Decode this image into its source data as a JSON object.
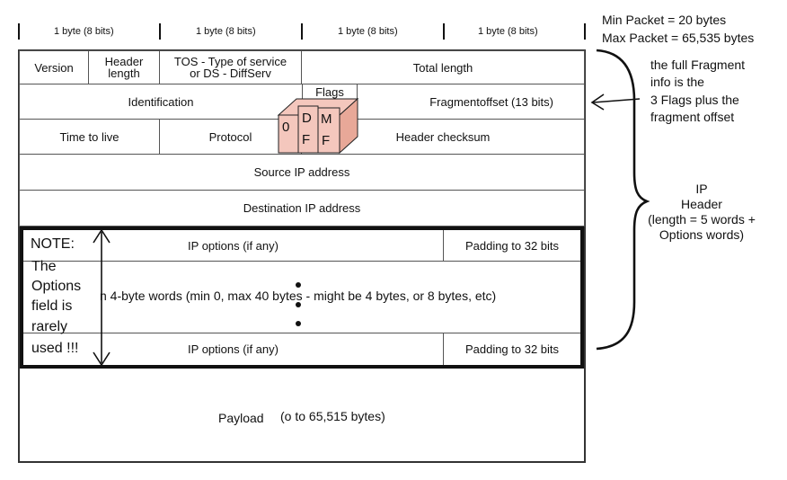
{
  "byte_headers": [
    "1 byte (8 bits)",
    "1 byte (8 bits)",
    "1 byte (8 bits)",
    "1 byte (8 bits)"
  ],
  "packet_info": {
    "min": "Min Packet = 20 bytes",
    "max": "Max Packet = 65,535 bytes"
  },
  "row1": {
    "version": "Version",
    "header_length_l1": "Header",
    "header_length_l2": "length",
    "tos_l1": "TOS - Type of service",
    "tos_l2": "or DS - DiffServ",
    "total_length": "Total length"
  },
  "row2": {
    "identification": "Identification",
    "flags": "Flags",
    "fragment_offset": "Fragmentoffset  (13 bits)"
  },
  "row3": {
    "ttl": "Time to live",
    "protocol": "Protocol",
    "checksum": "Header checksum"
  },
  "row4": {
    "source": "Source IP address"
  },
  "row5": {
    "destination": "Destination IP address"
  },
  "flags_box": {
    "zero": "0",
    "d_top": "D",
    "d_bottom": "F",
    "m_top": "M",
    "m_bottom": "F"
  },
  "options": {
    "ip_options_1": "IP options (if any)",
    "padding_1": "Padding to 32 bits",
    "words": "n 4-byte words (min 0, max 40 bytes  -  might be 4 bytes, or 8 bytes, etc)",
    "ip_options_2": "IP options (if any)",
    "padding_2": "Padding to 32 bits"
  },
  "note": {
    "l1": "NOTE:",
    "l2": "The",
    "l3": "Options",
    "l4": "field is",
    "l5": "rarely",
    "l6": "used !!!"
  },
  "payload": {
    "label": "Payload",
    "size": "(o to 65,515 bytes)"
  },
  "fragment_note": {
    "l1": "the full Fragment",
    "l2": "info is the",
    "l3": "3 Flags plus the",
    "l4": "fragment offset"
  },
  "ip_header_note": {
    "l1": "IP",
    "l2": "Header",
    "l3": "(length = 5 words +",
    "l4": "Options words)"
  }
}
